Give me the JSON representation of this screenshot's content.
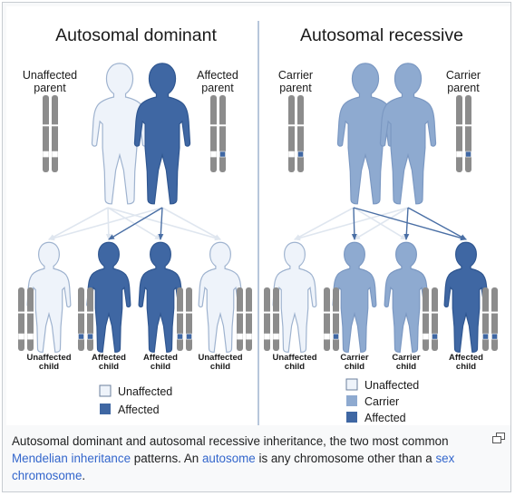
{
  "panels": {
    "dominant": {
      "title": "Autosomal dominant",
      "parents": [
        {
          "label_line1": "Unaffected",
          "label_line2": "parent",
          "status": "unaffected"
        },
        {
          "label_line1": "Affected",
          "label_line2": "parent",
          "status": "affected"
        }
      ],
      "children": [
        {
          "label_line1": "Unaffected",
          "label_line2": "child",
          "status": "unaffected"
        },
        {
          "label_line1": "Affected",
          "label_line2": "child",
          "status": "affected"
        },
        {
          "label_line1": "Affected",
          "label_line2": "child",
          "status": "affected"
        },
        {
          "label_line1": "Unaffected",
          "label_line2": "child",
          "status": "unaffected"
        }
      ],
      "legend": [
        {
          "label": "Unaffected",
          "status": "unaffected"
        },
        {
          "label": "Affected",
          "status": "affected"
        }
      ]
    },
    "recessive": {
      "title": "Autosomal recessive",
      "parents": [
        {
          "label_line1": "Carrier",
          "label_line2": "parent",
          "status": "carrier"
        },
        {
          "label_line1": "Carrier",
          "label_line2": "parent",
          "status": "carrier"
        }
      ],
      "children": [
        {
          "label_line1": "Unaffected",
          "label_line2": "child",
          "status": "unaffected"
        },
        {
          "label_line1": "Carrier",
          "label_line2": "child",
          "status": "carrier"
        },
        {
          "label_line1": "Carrier",
          "label_line2": "child",
          "status": "carrier"
        },
        {
          "label_line1": "Affected",
          "label_line2": "child",
          "status": "affected"
        }
      ],
      "legend": [
        {
          "label": "Unaffected",
          "status": "unaffected"
        },
        {
          "label": "Carrier",
          "status": "carrier"
        },
        {
          "label": "Affected",
          "status": "affected"
        }
      ]
    }
  },
  "colors": {
    "unaffected": "#eef3fa",
    "unaffected_outline": "#9fb3cf",
    "carrier": "#8eaad0",
    "affected": "#3f67a3",
    "chromosome": "#8c8c8c",
    "divider": "#9fb3cf",
    "arrow_light": "#dfe6ef",
    "arrow_dark": "#4a6fa5"
  },
  "caption": {
    "part1": "Autosomal dominant and autosomal recessive inheritance, the two most common ",
    "link1": "Mendelian inheritance",
    "part2": " patterns. An ",
    "link2": "autosome",
    "part3": " is any chromosome other than a ",
    "link3": "sex chromosome",
    "part4": "."
  },
  "enlarge_icon": "enlarge-icon"
}
